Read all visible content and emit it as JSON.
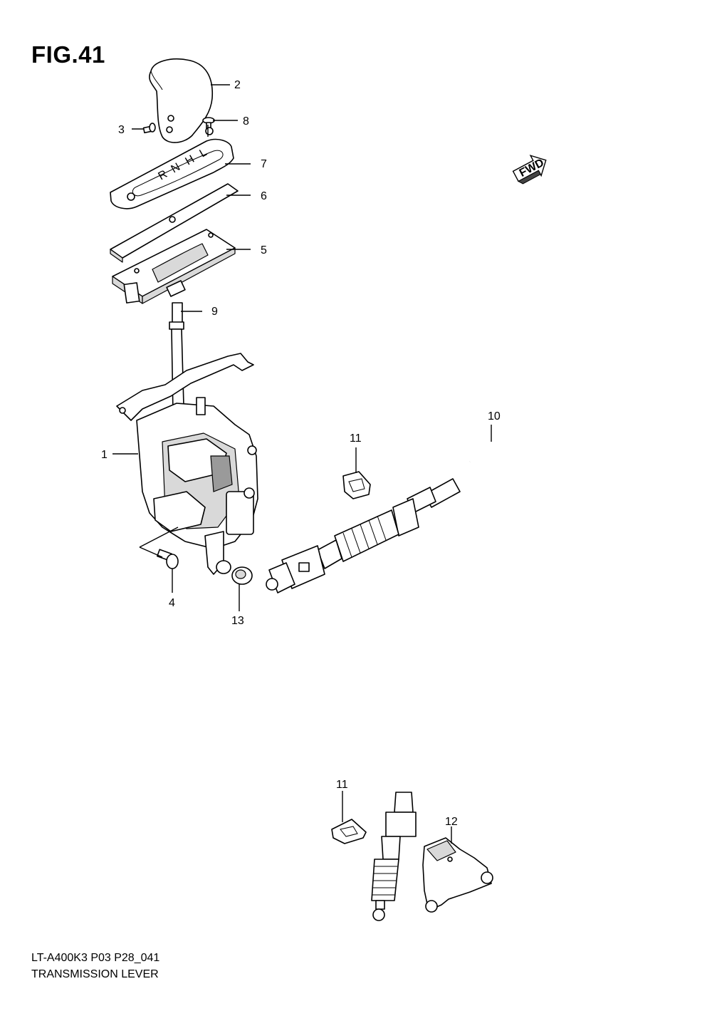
{
  "figure": {
    "title": "FIG.41",
    "code": "LT-A400K3  P03  P28_041",
    "name": "TRANSMISSION LEVER",
    "direction_badge": "FWD"
  },
  "callouts": {
    "p1": "1",
    "p2": "2",
    "p3": "3",
    "p4": "4",
    "p5": "5",
    "p6": "6",
    "p7": "7",
    "p8": "8",
    "p9": "9",
    "p10": "10",
    "p11a": "11",
    "p11b": "11",
    "p12": "12",
    "p13": "13"
  },
  "gate_marks": [
    "L",
    "H",
    "N",
    "R"
  ]
}
